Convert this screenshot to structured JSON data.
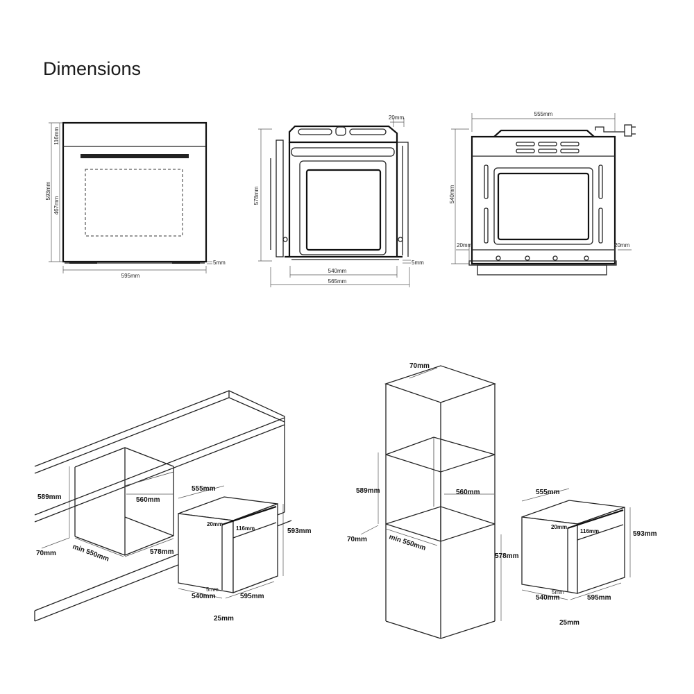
{
  "title": "Dimensions",
  "front_view": {
    "top_panel_height": "116mm",
    "total_height": "593mm",
    "door_height": "467mm",
    "width": "595mm",
    "gap": "5mm"
  },
  "side_view": {
    "top_offset": "20mm",
    "height": "578mm",
    "gap": "5mm",
    "inner_depth": "540mm",
    "total_depth": "565mm"
  },
  "rear_view": {
    "width": "555mm",
    "height": "540mm",
    "left_offset": "20mm",
    "right_offset": "20mm"
  },
  "under_counter": {
    "niche_height": "589mm",
    "base_gap": "70mm",
    "min_depth": "min 550mm",
    "niche_width": "560mm",
    "cabinet_height": "578mm",
    "oven": {
      "body_width": "555mm",
      "top_offset": "20mm",
      "panel": "116mm",
      "height": "593mm",
      "gap": "5mm",
      "depth": "540mm",
      "width": "595mm",
      "front": "25mm"
    }
  },
  "tall_unit": {
    "top_gap": "70mm",
    "niche_height": "589mm",
    "niche_width": "560mm",
    "base_gap": "70mm",
    "min_depth": "min 550mm",
    "cabinet_height": "578mm",
    "oven": {
      "body_width": "555mm",
      "top_offset": "20mm",
      "panel": "116mm",
      "height": "593mm",
      "gap": "5mm",
      "depth": "540mm",
      "width": "595mm",
      "front": "25mm"
    }
  }
}
